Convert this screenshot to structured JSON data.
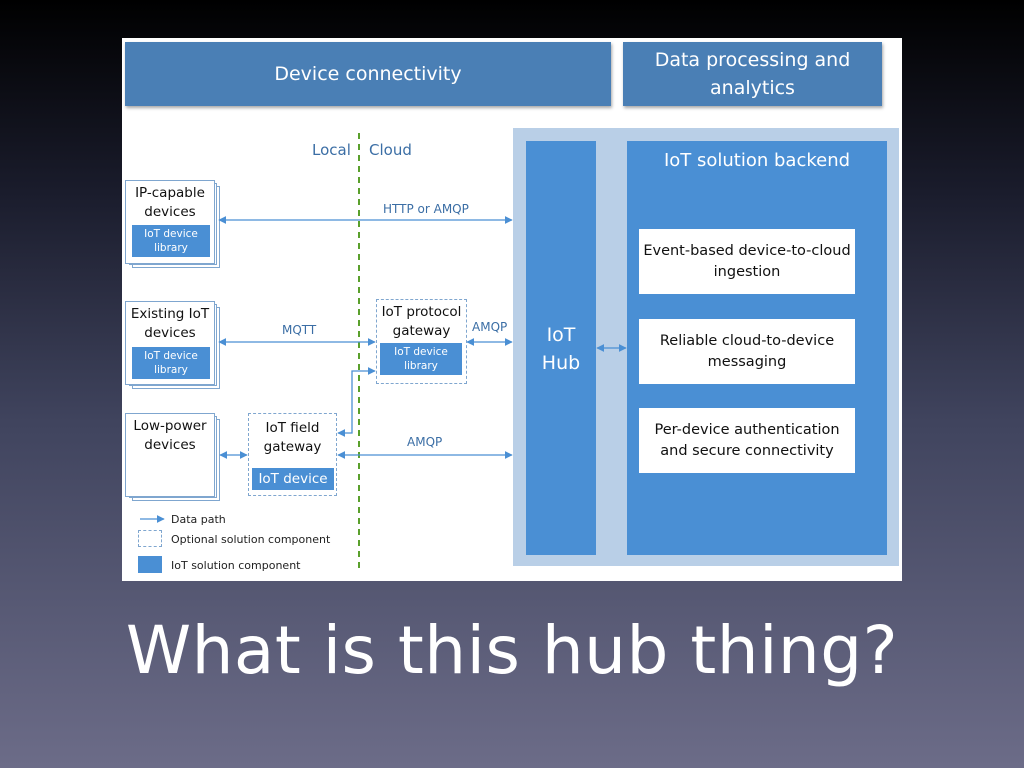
{
  "slide": {
    "title": "What is this hub thing?"
  },
  "diagram": {
    "headers": {
      "device_connectivity": "Device connectivity",
      "data_processing": "Data processing and\nanalytics"
    },
    "zones": {
      "local": "Local",
      "cloud": "Cloud"
    },
    "devices": [
      {
        "title": "IP-capable\ndevices",
        "library": "IoT device\nlibrary"
      },
      {
        "title": "Existing IoT\ndevices",
        "library": "IoT device\nlibrary"
      },
      {
        "title": "Low-power\ndevices"
      }
    ],
    "protocols": {
      "http_amqp": "HTTP or AMQP",
      "mqtt": "MQTT",
      "amqp_gateway": "AMQP",
      "amqp_field": "AMQP"
    },
    "protocol_gateway": {
      "title": "IoT protocol\ngateway",
      "library": "IoT device\nlibrary"
    },
    "field_gateway": {
      "title": "IoT field\ngateway",
      "library": "IoT device"
    },
    "hub": {
      "label": "IoT\nHub"
    },
    "backend": {
      "title": "IoT solution backend",
      "items": [
        "Event-based device-to-cloud\ningestion",
        "Reliable cloud-to-device\nmessaging",
        "Per-device authentication\nand secure connectivity"
      ]
    },
    "legend": {
      "data_path": "Data path",
      "optional": "Optional solution component",
      "component": "IoT solution component"
    },
    "colors": {
      "header": "#4a7fb5",
      "component": "#4a8fd4",
      "panel": "#b9cfe7",
      "cloud_divider": "#5aa02c",
      "arrow": "#4a8fd4"
    }
  }
}
